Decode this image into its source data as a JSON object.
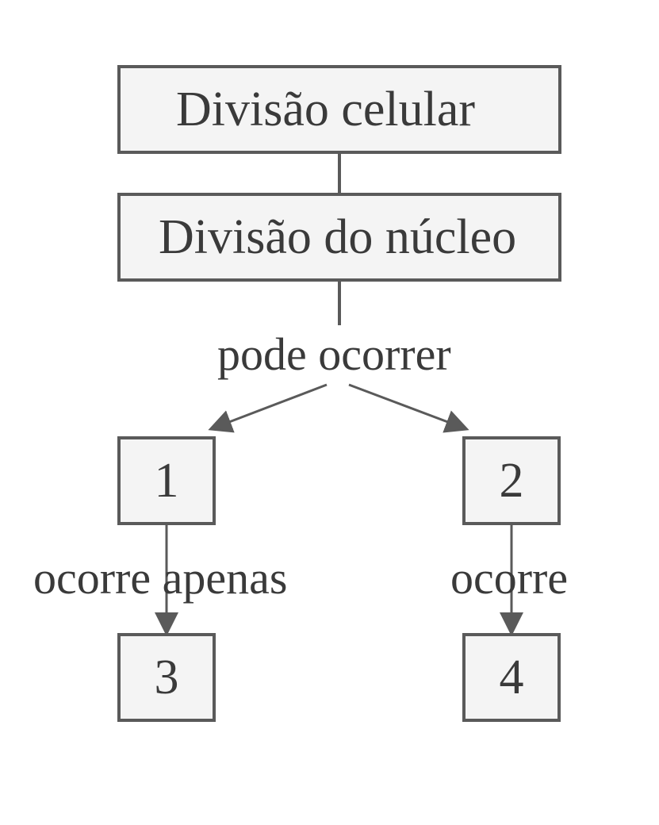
{
  "diagram": {
    "top_box": "Divisão celular",
    "nucleus_box": "Divisão do núcleo",
    "branch_label": "pode ocorrer",
    "box_1": "1",
    "box_2": "2",
    "box_3": "3",
    "box_4": "4",
    "left_edge_label": "ocorre apenas",
    "right_edge_label": "ocorre"
  },
  "colors": {
    "stroke": "#5a5a5a",
    "box_fill": "#f4f4f4",
    "text": "#3a3a3a"
  }
}
